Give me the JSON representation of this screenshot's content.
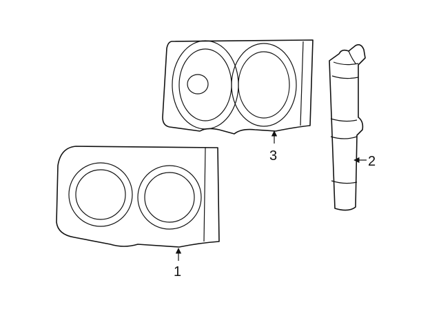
{
  "diagram": {
    "callouts": [
      {
        "id": "1",
        "text": "1"
      },
      {
        "id": "2",
        "text": "2"
      },
      {
        "id": "3",
        "text": "3"
      }
    ],
    "colors": {
      "line": "#111111",
      "background": "#ffffff"
    }
  }
}
